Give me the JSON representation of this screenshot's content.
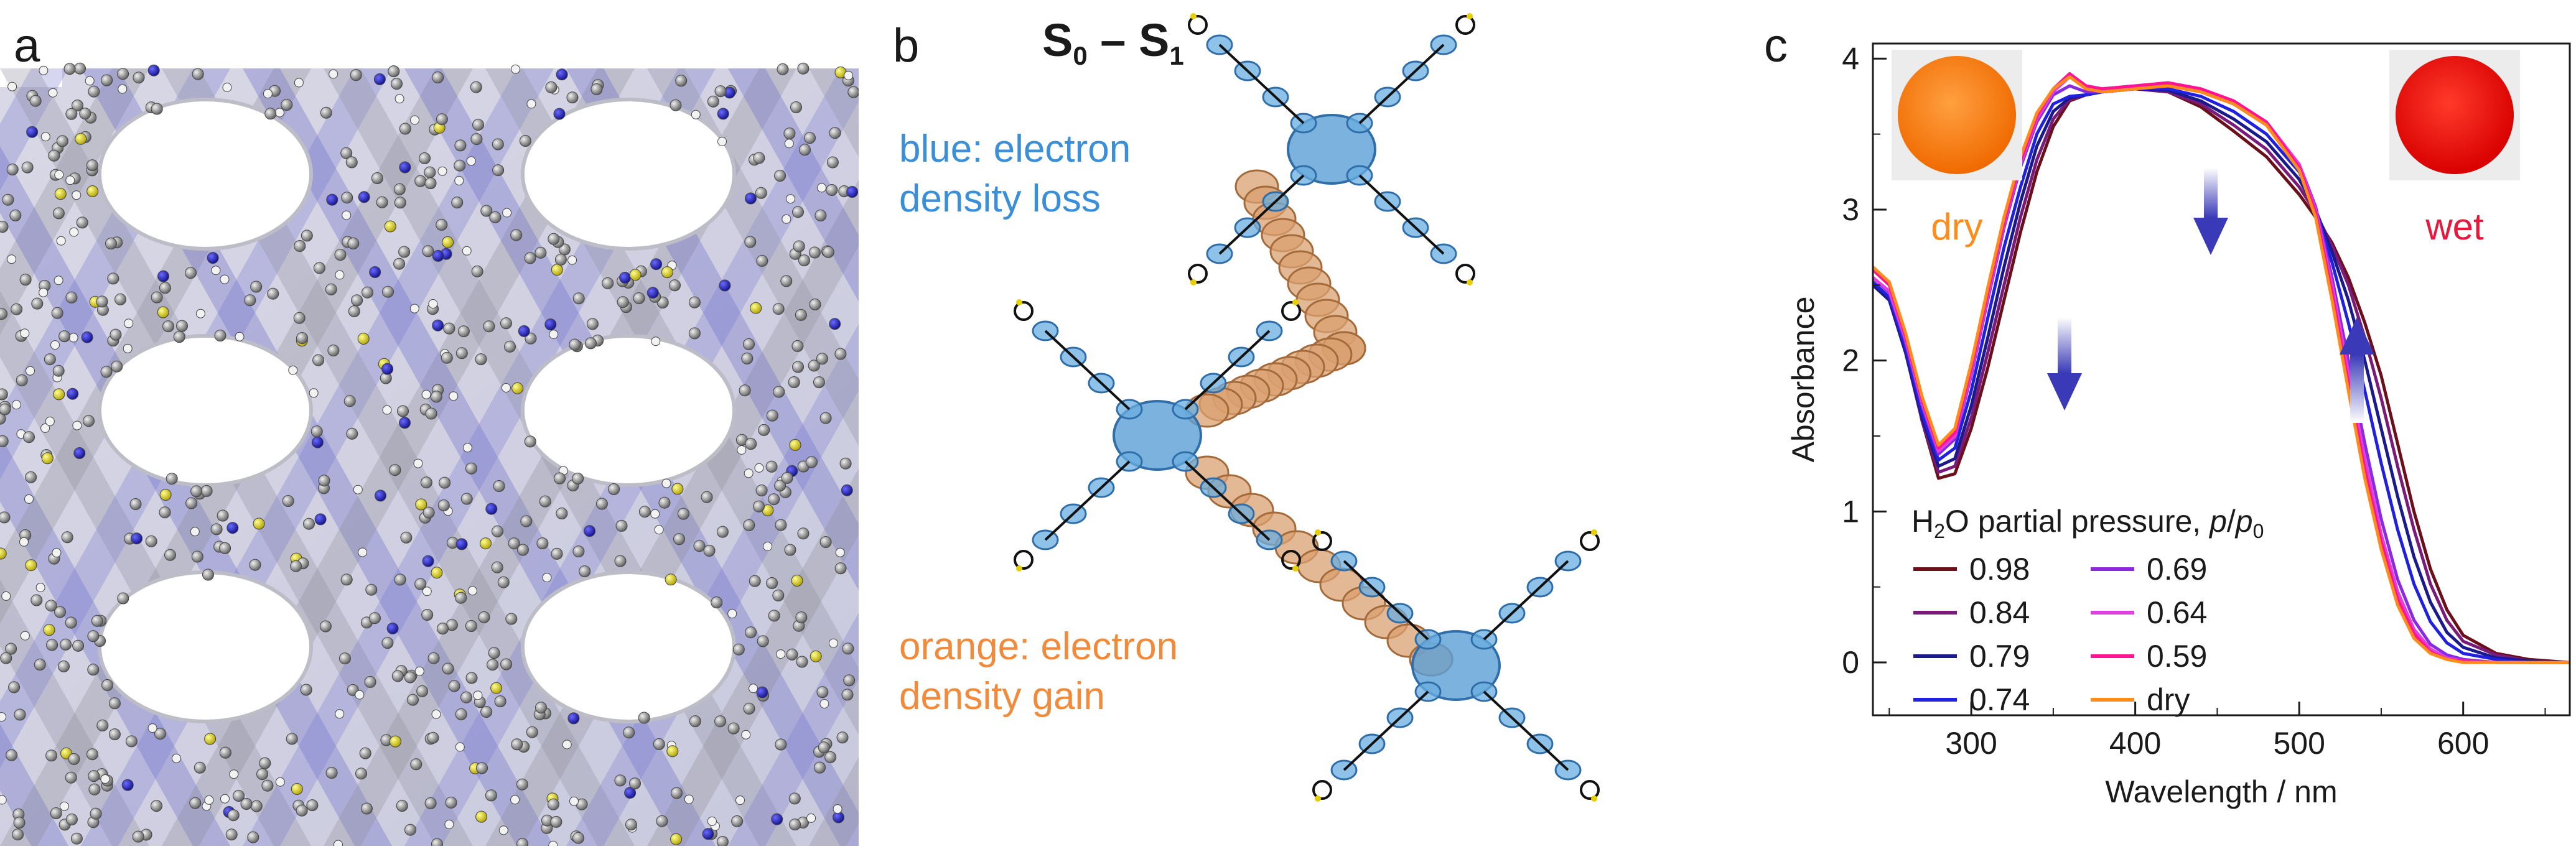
{
  "figure": {
    "panel_labels": [
      "a",
      "b",
      "c"
    ]
  },
  "panel_b": {
    "title_main": "S",
    "title_sub1": "0",
    "title_dash": " – ",
    "title_main2": "S",
    "title_sub2": "1",
    "blue_caption_line1": "blue: electron",
    "blue_caption_line2": "density loss",
    "orange_caption_line1": "orange: electron",
    "orange_caption_line2": "density gain"
  },
  "panel_c": {
    "photo_dry_label": "dry",
    "photo_wet_label": "wet",
    "legend_title_prefix": "H",
    "legend_title_sub": "2",
    "legend_title_mid": "O partial pressure, ",
    "legend_title_p": "p",
    "legend_title_slash": "/",
    "legend_title_p0": "p",
    "legend_title_p0sub": "0"
  },
  "chart_data": {
    "type": "line",
    "title": "",
    "xlabel": "Wavelength / nm",
    "ylabel": "Absorbance",
    "xlim": [
      240,
      665
    ],
    "ylim": [
      -0.35,
      4.1
    ],
    "xticks": [
      300,
      400,
      500,
      600
    ],
    "yticks": [
      0,
      1,
      2,
      3,
      4
    ],
    "legend_placement": "lower-left",
    "series": [
      {
        "name": "0.98",
        "color": "#6b0f1a",
        "x": [
          240,
          250,
          260,
          270,
          280,
          290,
          300,
          310,
          320,
          330,
          340,
          350,
          360,
          370,
          380,
          400,
          420,
          440,
          460,
          480,
          500,
          510,
          520,
          530,
          540,
          550,
          560,
          570,
          580,
          590,
          600,
          620,
          640,
          665
        ],
        "y": [
          2.55,
          2.45,
          2.1,
          1.6,
          1.22,
          1.25,
          1.55,
          1.95,
          2.4,
          2.85,
          3.25,
          3.55,
          3.72,
          3.76,
          3.78,
          3.8,
          3.78,
          3.68,
          3.52,
          3.35,
          3.1,
          2.95,
          2.78,
          2.55,
          2.25,
          1.9,
          1.45,
          1.0,
          0.62,
          0.35,
          0.18,
          0.06,
          0.02,
          0.0
        ]
      },
      {
        "name": "0.84",
        "color": "#7a1a7a",
        "x": [
          240,
          250,
          260,
          270,
          280,
          290,
          300,
          310,
          320,
          330,
          340,
          350,
          360,
          370,
          380,
          400,
          420,
          440,
          460,
          480,
          500,
          510,
          520,
          530,
          540,
          550,
          560,
          570,
          580,
          590,
          600,
          620,
          640,
          665
        ],
        "y": [
          2.5,
          2.4,
          2.05,
          1.6,
          1.26,
          1.3,
          1.62,
          2.05,
          2.5,
          2.95,
          3.33,
          3.6,
          3.73,
          3.76,
          3.78,
          3.8,
          3.78,
          3.7,
          3.56,
          3.4,
          3.15,
          2.98,
          2.76,
          2.5,
          2.15,
          1.75,
          1.3,
          0.88,
          0.52,
          0.28,
          0.14,
          0.05,
          0.01,
          0.0
        ]
      },
      {
        "name": "0.79",
        "color": "#1a1a8c",
        "x": [
          240,
          250,
          260,
          270,
          280,
          290,
          300,
          310,
          320,
          330,
          340,
          350,
          360,
          370,
          380,
          400,
          420,
          440,
          460,
          480,
          500,
          510,
          520,
          530,
          540,
          550,
          560,
          570,
          580,
          590,
          600,
          620,
          640,
          665
        ],
        "y": [
          2.5,
          2.4,
          2.05,
          1.62,
          1.3,
          1.35,
          1.7,
          2.15,
          2.62,
          3.05,
          3.42,
          3.65,
          3.74,
          3.76,
          3.78,
          3.8,
          3.79,
          3.72,
          3.6,
          3.45,
          3.2,
          3.0,
          2.72,
          2.4,
          2.0,
          1.55,
          1.1,
          0.7,
          0.4,
          0.2,
          0.1,
          0.03,
          0.01,
          0.0
        ]
      },
      {
        "name": "0.74",
        "color": "#2020e0",
        "x": [
          240,
          250,
          260,
          270,
          280,
          290,
          300,
          310,
          320,
          330,
          340,
          350,
          360,
          370,
          380,
          400,
          420,
          440,
          460,
          480,
          500,
          510,
          520,
          530,
          540,
          550,
          560,
          570,
          580,
          590,
          600,
          620,
          640,
          665
        ],
        "y": [
          2.52,
          2.42,
          2.08,
          1.65,
          1.34,
          1.42,
          1.8,
          2.28,
          2.75,
          3.15,
          3.5,
          3.7,
          3.75,
          3.76,
          3.78,
          3.8,
          3.8,
          3.75,
          3.65,
          3.5,
          3.25,
          3.0,
          2.65,
          2.25,
          1.8,
          1.32,
          0.88,
          0.52,
          0.27,
          0.13,
          0.06,
          0.02,
          0.0,
          0.0
        ]
      },
      {
        "name": "0.69",
        "color": "#8a2be2",
        "x": [
          240,
          250,
          260,
          270,
          280,
          290,
          300,
          310,
          320,
          330,
          340,
          350,
          360,
          370,
          380,
          400,
          420,
          440,
          460,
          480,
          500,
          510,
          520,
          530,
          540,
          550,
          560,
          570,
          580,
          590,
          600,
          620,
          640,
          665
        ],
        "y": [
          2.55,
          2.45,
          2.12,
          1.7,
          1.38,
          1.48,
          1.9,
          2.4,
          2.88,
          3.28,
          3.58,
          3.76,
          3.82,
          3.78,
          3.78,
          3.8,
          3.82,
          3.78,
          3.7,
          3.56,
          3.3,
          3.02,
          2.55,
          2.0,
          1.45,
          0.95,
          0.55,
          0.28,
          0.12,
          0.05,
          0.02,
          0.0,
          0.0,
          0.0
        ]
      },
      {
        "name": "0.64",
        "color": "#e040e0",
        "x": [
          240,
          250,
          260,
          270,
          280,
          290,
          300,
          310,
          320,
          330,
          340,
          350,
          360,
          370,
          380,
          400,
          420,
          440,
          460,
          480,
          500,
          510,
          520,
          530,
          540,
          550,
          560,
          570,
          580,
          590,
          600,
          620,
          640,
          665
        ],
        "y": [
          2.55,
          2.46,
          2.14,
          1.72,
          1.4,
          1.5,
          1.92,
          2.42,
          2.9,
          3.3,
          3.6,
          3.78,
          3.88,
          3.8,
          3.8,
          3.82,
          3.84,
          3.8,
          3.72,
          3.58,
          3.3,
          3.0,
          2.5,
          1.92,
          1.35,
          0.85,
          0.47,
          0.22,
          0.09,
          0.03,
          0.01,
          0.0,
          0.0,
          0.0
        ]
      },
      {
        "name": "0.59",
        "color": "#ff1493",
        "x": [
          240,
          250,
          260,
          270,
          280,
          290,
          300,
          310,
          320,
          330,
          340,
          350,
          360,
          370,
          380,
          400,
          420,
          440,
          460,
          480,
          500,
          510,
          520,
          530,
          540,
          550,
          560,
          570,
          580,
          590,
          600,
          620,
          640,
          665
        ],
        "y": [
          2.6,
          2.5,
          2.16,
          1.74,
          1.42,
          1.52,
          1.95,
          2.45,
          2.92,
          3.32,
          3.62,
          3.8,
          3.9,
          3.82,
          3.8,
          3.82,
          3.84,
          3.8,
          3.72,
          3.58,
          3.28,
          2.98,
          2.45,
          1.85,
          1.28,
          0.8,
          0.42,
          0.19,
          0.07,
          0.02,
          0.01,
          0.0,
          0.0,
          0.0
        ]
      },
      {
        "name": "dry",
        "color": "#ff8c1a",
        "x": [
          240,
          250,
          260,
          270,
          280,
          290,
          300,
          310,
          320,
          330,
          340,
          350,
          360,
          370,
          380,
          400,
          420,
          440,
          460,
          480,
          500,
          510,
          520,
          530,
          540,
          550,
          560,
          570,
          580,
          590,
          600,
          620,
          640,
          665
        ],
        "y": [
          2.62,
          2.52,
          2.18,
          1.76,
          1.44,
          1.55,
          1.98,
          2.48,
          2.95,
          3.35,
          3.64,
          3.8,
          3.88,
          3.8,
          3.78,
          3.8,
          3.82,
          3.78,
          3.7,
          3.56,
          3.26,
          2.95,
          2.4,
          1.8,
          1.22,
          0.75,
          0.38,
          0.16,
          0.06,
          0.02,
          0.0,
          0.0,
          0.0,
          0.0
        ]
      }
    ]
  },
  "colors": {
    "blue_text": "#3a8fd8",
    "orange_text": "#f28a3c",
    "dry_text": "#ff8c1a",
    "wet_text": "#e8183c",
    "arrow_blue": "#3a3ab8"
  }
}
